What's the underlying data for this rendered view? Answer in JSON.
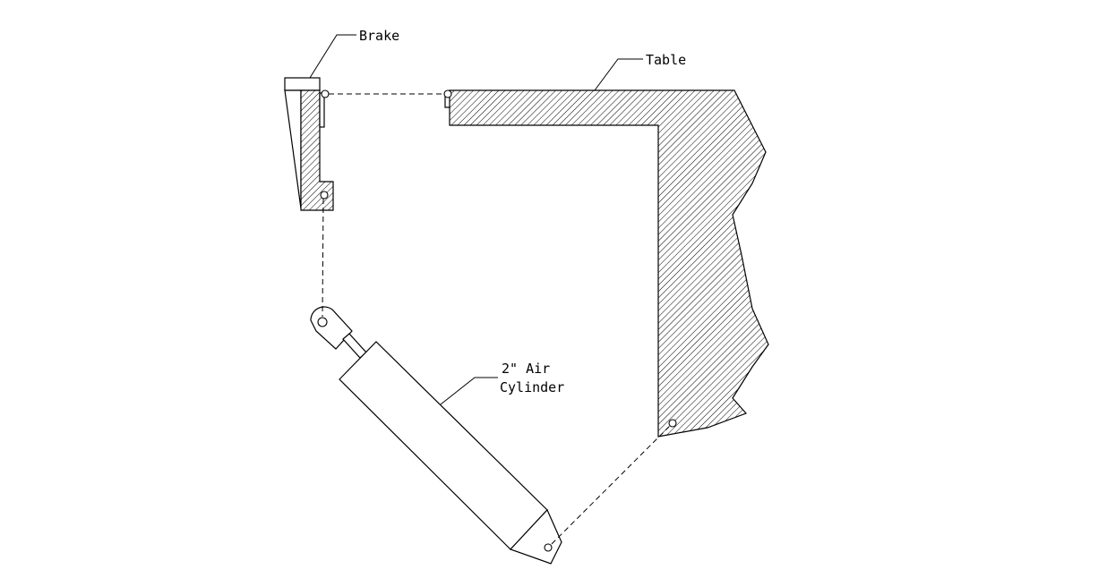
{
  "labels": {
    "brake": "Brake",
    "table": "Table",
    "cylinder_line1": "2\" Air",
    "cylinder_line2": "Cylinder"
  }
}
